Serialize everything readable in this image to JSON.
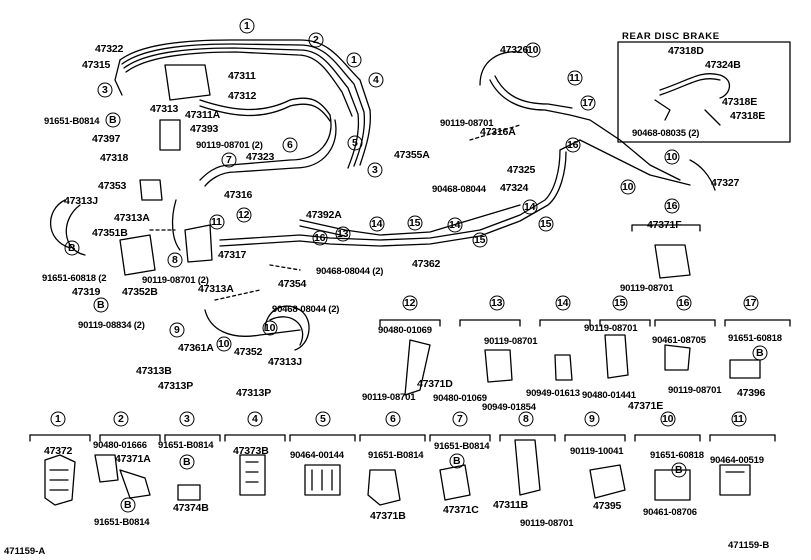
{
  "diagram": {
    "footer_left": "471159-A",
    "footer_right": "471159-B",
    "rear_disc_brake_title": "REAR DISC BRAKE",
    "circle_markers": [
      "1",
      "2",
      "3",
      "4",
      "5",
      "6",
      "7",
      "8",
      "9",
      "10",
      "11",
      "12",
      "13",
      "14",
      "15",
      "16",
      "17"
    ],
    "bolt_marker": "B",
    "main_labels": [
      "47322",
      "47315",
      "47311",
      "47312",
      "47311A",
      "47313",
      "91651-B0814",
      "47397",
      "47393",
      "47318",
      "90119-08701 (2)",
      "47323",
      "47316",
      "47353",
      "47313J",
      "47313A",
      "47351B",
      "91651-60818 (2",
      "47319",
      "47352B",
      "90119-08834 (2)",
      "47317",
      "47392A",
      "47354",
      "90119-08701 (2)",
      "47313A",
      "90468-08044 (2)",
      "90468-08044 (2)",
      "47361A",
      "47352",
      "47313J",
      "47313B",
      "47313P",
      "47313P",
      "47362",
      "47326",
      "90119-08701",
      "47316A",
      "47355A",
      "90468-08044",
      "47325",
      "47324",
      "47327",
      "47371F",
      "90119-08701",
      "47318D",
      "47324B",
      "47318E",
      "47318E",
      "90468-08035 (2)"
    ],
    "detail_labels": [
      "90480-01069",
      "90119-08701",
      "90119-08701",
      "47371D",
      "90480-01069",
      "90949-01854",
      "90949-01613",
      "90119-08701",
      "90480-01441",
      "47371E",
      "90461-08705",
      "90119-08701",
      "91651-60818",
      "47396"
    ],
    "bottom_labels": [
      "47372",
      "90480-01666",
      "47371A",
      "91651-B0814",
      "91651-B0814",
      "47374B",
      "47373B",
      "90464-00144",
      "91651-B0814",
      "47371B",
      "91651-B0814",
      "47371C",
      "47311B",
      "90119-08701",
      "90119-10041",
      "47395",
      "91651-60818",
      "90461-08706",
      "90464-00519"
    ]
  }
}
